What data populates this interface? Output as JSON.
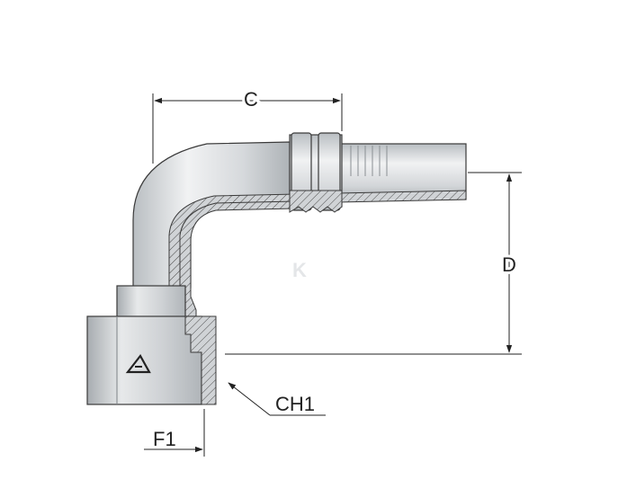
{
  "diagram": {
    "dimension_labels": {
      "c": "C",
      "d": "D",
      "ch1": "CH1",
      "f1": "F1"
    },
    "watermark_text": "K",
    "logo_mark": "logo-triangle",
    "colors": {
      "body_fill": "#d7dadc",
      "body_light": "#eef0f1",
      "body_dark": "#a9aeb2",
      "outline": "#3a3a3a",
      "section_fill": "#c9cdd0",
      "hatch": "#4a4a4a",
      "dim_line": "#222222"
    }
  }
}
